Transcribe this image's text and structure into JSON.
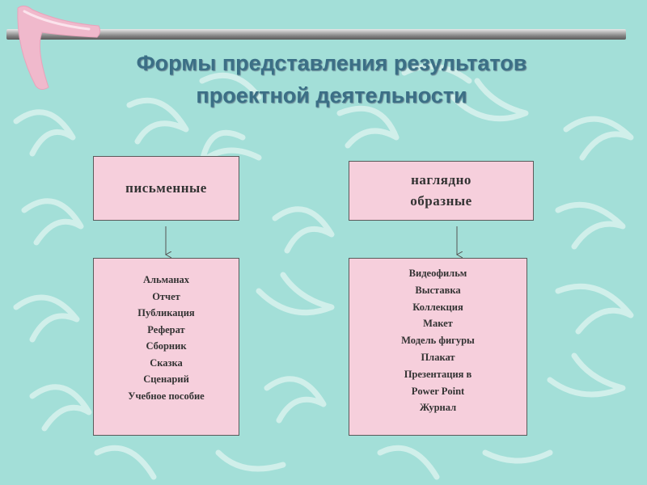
{
  "title": {
    "line1": "Формы представления результатов",
    "line2": "проектной деятельности"
  },
  "categories": [
    {
      "heading": [
        "письменные"
      ],
      "items": [
        "Альманах",
        "Отчет",
        "Публикация",
        "Реферат",
        "Сборник",
        "Сказка",
        "Сценарий",
        "Учебное пособие"
      ]
    },
    {
      "heading": [
        "наглядно",
        "образные"
      ],
      "items": [
        "Видеофильм",
        "Выставка",
        "Коллекция",
        "Макет",
        "Модель фигуры",
        "Плакат",
        "Презентация в",
        "Power Point",
        "Журнал"
      ]
    }
  ],
  "colors": {
    "background": "#a3dfd8",
    "box_fill": "#f6cfdc",
    "title_color": "#3b6f86",
    "pattern_stroke": "#d9f2ee",
    "logo_fill": "#f0b9cc"
  },
  "icons": [
    "boomerang-logo-icon"
  ]
}
